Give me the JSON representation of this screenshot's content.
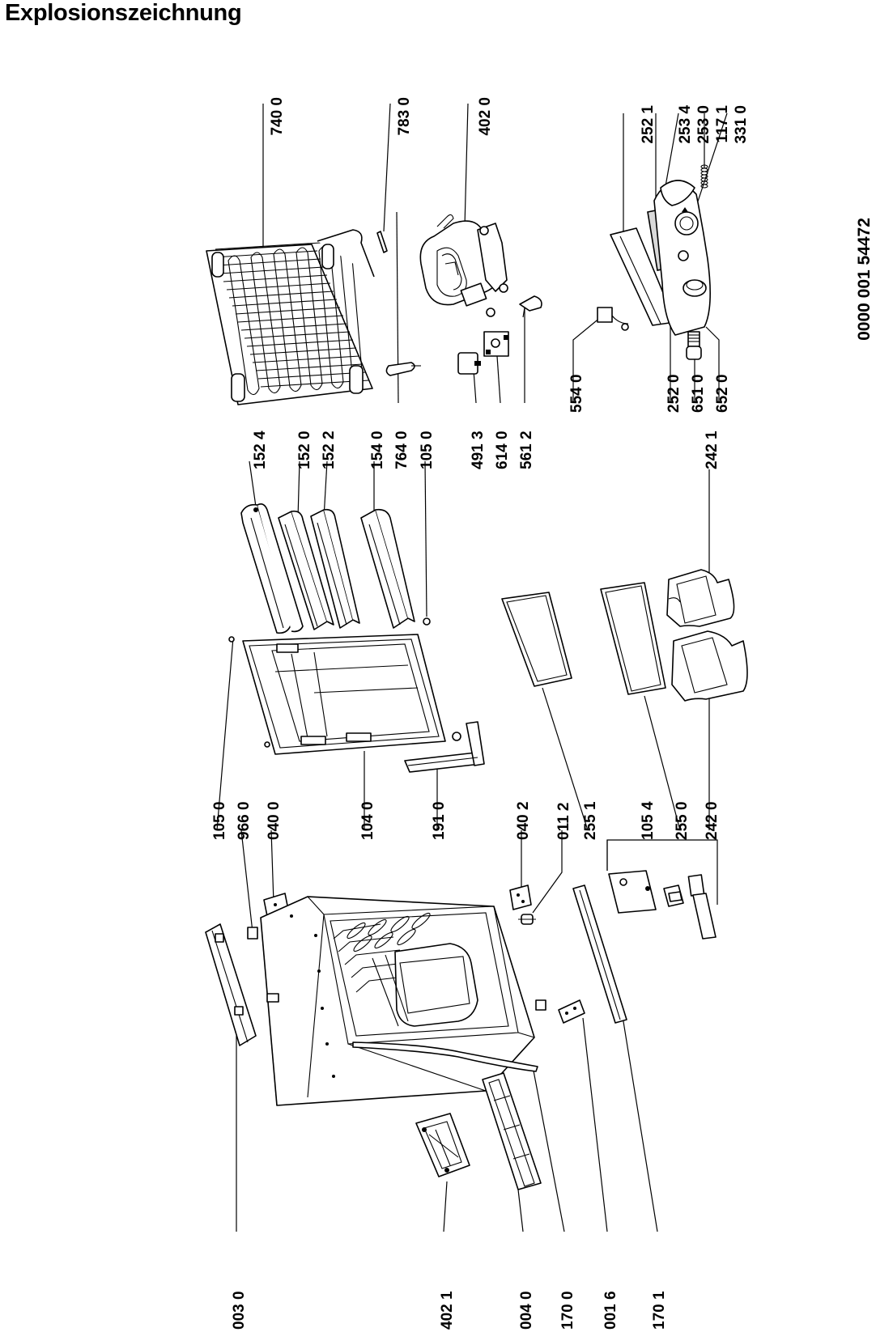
{
  "title": "Explosionszeichnung",
  "document_number": "0000 001 54472",
  "part_labels": [
    "740 0",
    "783 0",
    "402 0",
    "252 1",
    "253 4",
    "253 0",
    "117 1",
    "331 0",
    "152 4",
    "152 0",
    "152 2",
    "154 0",
    "764 0",
    "105 0",
    "491 3",
    "614 0",
    "561 2",
    "554 0",
    "252 0",
    "651 0",
    "652 0",
    "242 1",
    "105 0",
    "966 0",
    "040 0",
    "104 0",
    "191 0",
    "040 2",
    "011 2",
    "255 1",
    "105 4",
    "255 0",
    "242 0",
    "003 0",
    "402 1",
    "004 0",
    "170 0",
    "001 6",
    "170 1"
  ]
}
